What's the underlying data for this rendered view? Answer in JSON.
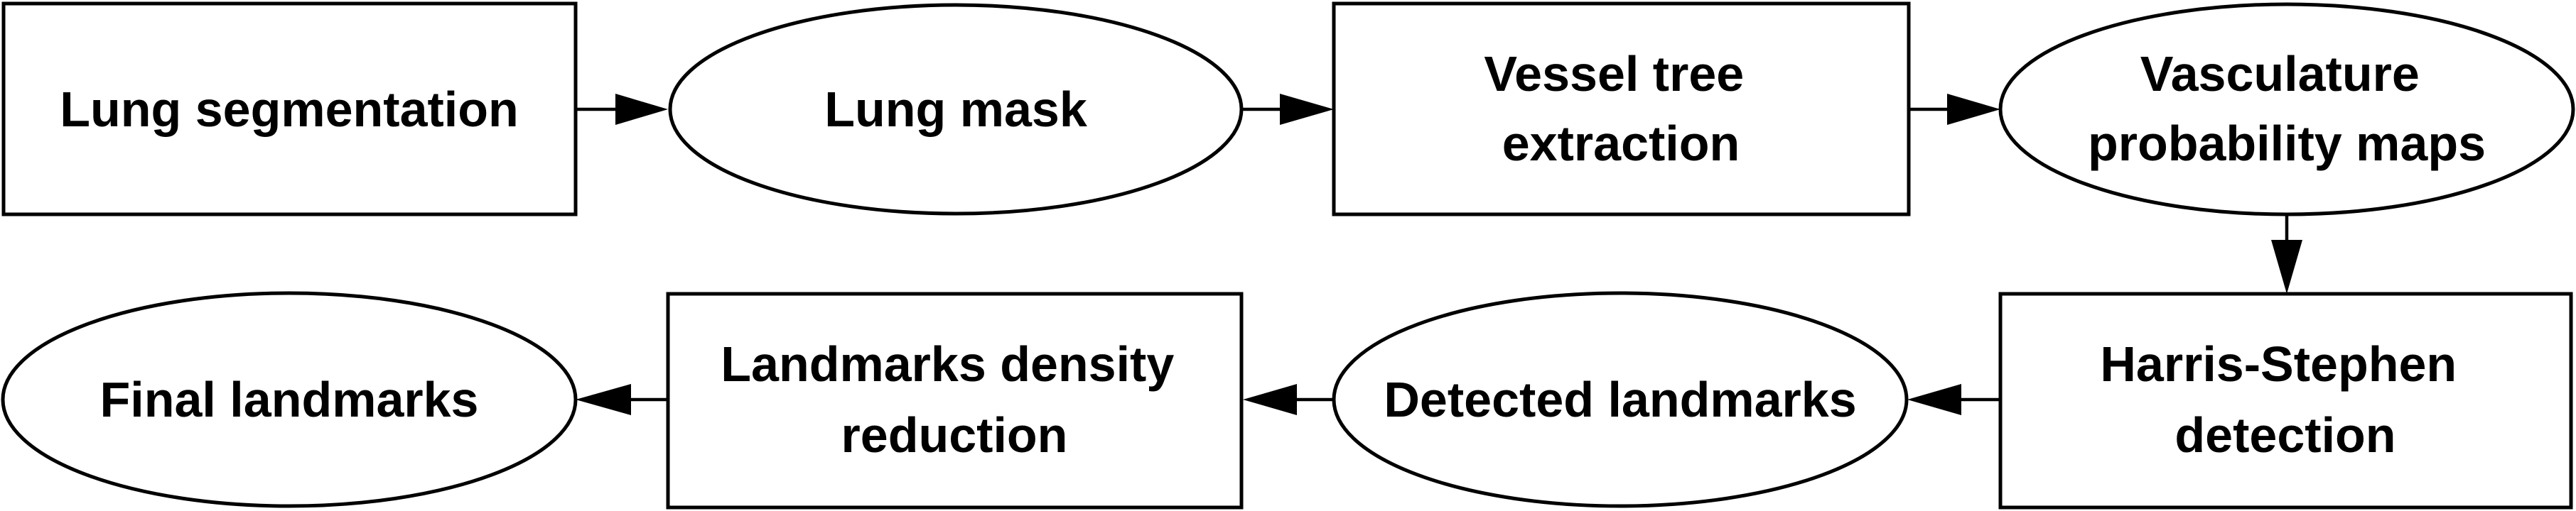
{
  "diagram": {
    "nodes": {
      "lung_segmentation": {
        "shape": "box",
        "lines": [
          "Lung segmentation"
        ]
      },
      "lung_mask": {
        "shape": "ellipse",
        "lines": [
          "Lung mask"
        ]
      },
      "vessel_tree_extraction": {
        "shape": "box",
        "lines": [
          "Vessel tree",
          "extraction"
        ]
      },
      "vasculature_probability_maps": {
        "shape": "ellipse",
        "lines": [
          "Vasculature",
          "probability maps"
        ]
      },
      "harris_stephen_detection": {
        "shape": "box",
        "lines": [
          "Harris-Stephen",
          "detection"
        ]
      },
      "detected_landmarks": {
        "shape": "ellipse",
        "lines": [
          "Detected landmarks"
        ]
      },
      "landmarks_density_reduction": {
        "shape": "box",
        "lines": [
          "Landmarks density",
          "reduction"
        ]
      },
      "final_landmarks": {
        "shape": "ellipse",
        "lines": [
          "Final landmarks"
        ]
      }
    },
    "edges": [
      {
        "from": "lung_segmentation",
        "to": "lung_mask"
      },
      {
        "from": "lung_mask",
        "to": "vessel_tree_extraction"
      },
      {
        "from": "vessel_tree_extraction",
        "to": "vasculature_probability_maps"
      },
      {
        "from": "vasculature_probability_maps",
        "to": "harris_stephen_detection"
      },
      {
        "from": "harris_stephen_detection",
        "to": "detected_landmarks"
      },
      {
        "from": "detected_landmarks",
        "to": "landmarks_density_reduction"
      },
      {
        "from": "landmarks_density_reduction",
        "to": "final_landmarks"
      }
    ],
    "colors": {
      "stroke": "#000000",
      "fill": "#ffffff",
      "text": "#000000"
    }
  }
}
